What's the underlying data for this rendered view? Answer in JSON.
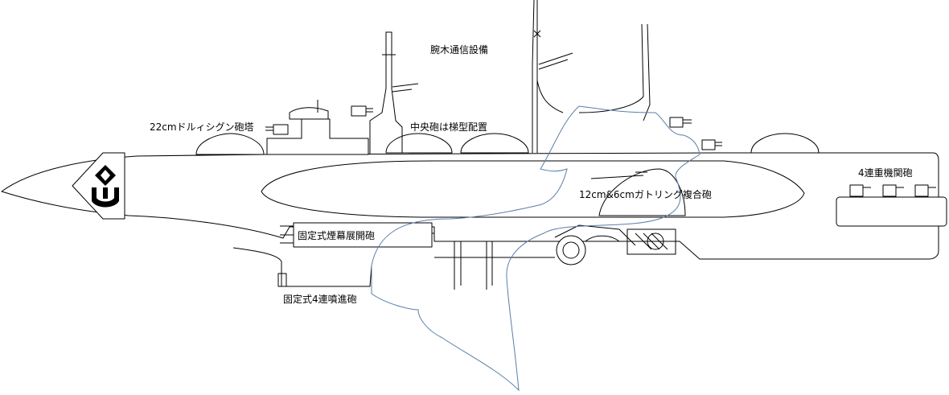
{
  "diagram": {
    "labels": {
      "arm_comm": "腕木通信設備",
      "drill_turret": "22cmドルィシグン砲塔",
      "center_guns": "中央砲は梯型配置",
      "quad_mg": "4連重機関砲",
      "gatling": "12cm&6cmガトリング複合砲",
      "smoke_gun": "固定式煙幕展開砲",
      "quad_jet": "固定式4連噴進砲"
    },
    "colors": {
      "outline": "#000000",
      "cloud_outline": "#5a7ea8",
      "background": "#ffffff"
    },
    "icons": [
      "emblem-icon"
    ]
  }
}
